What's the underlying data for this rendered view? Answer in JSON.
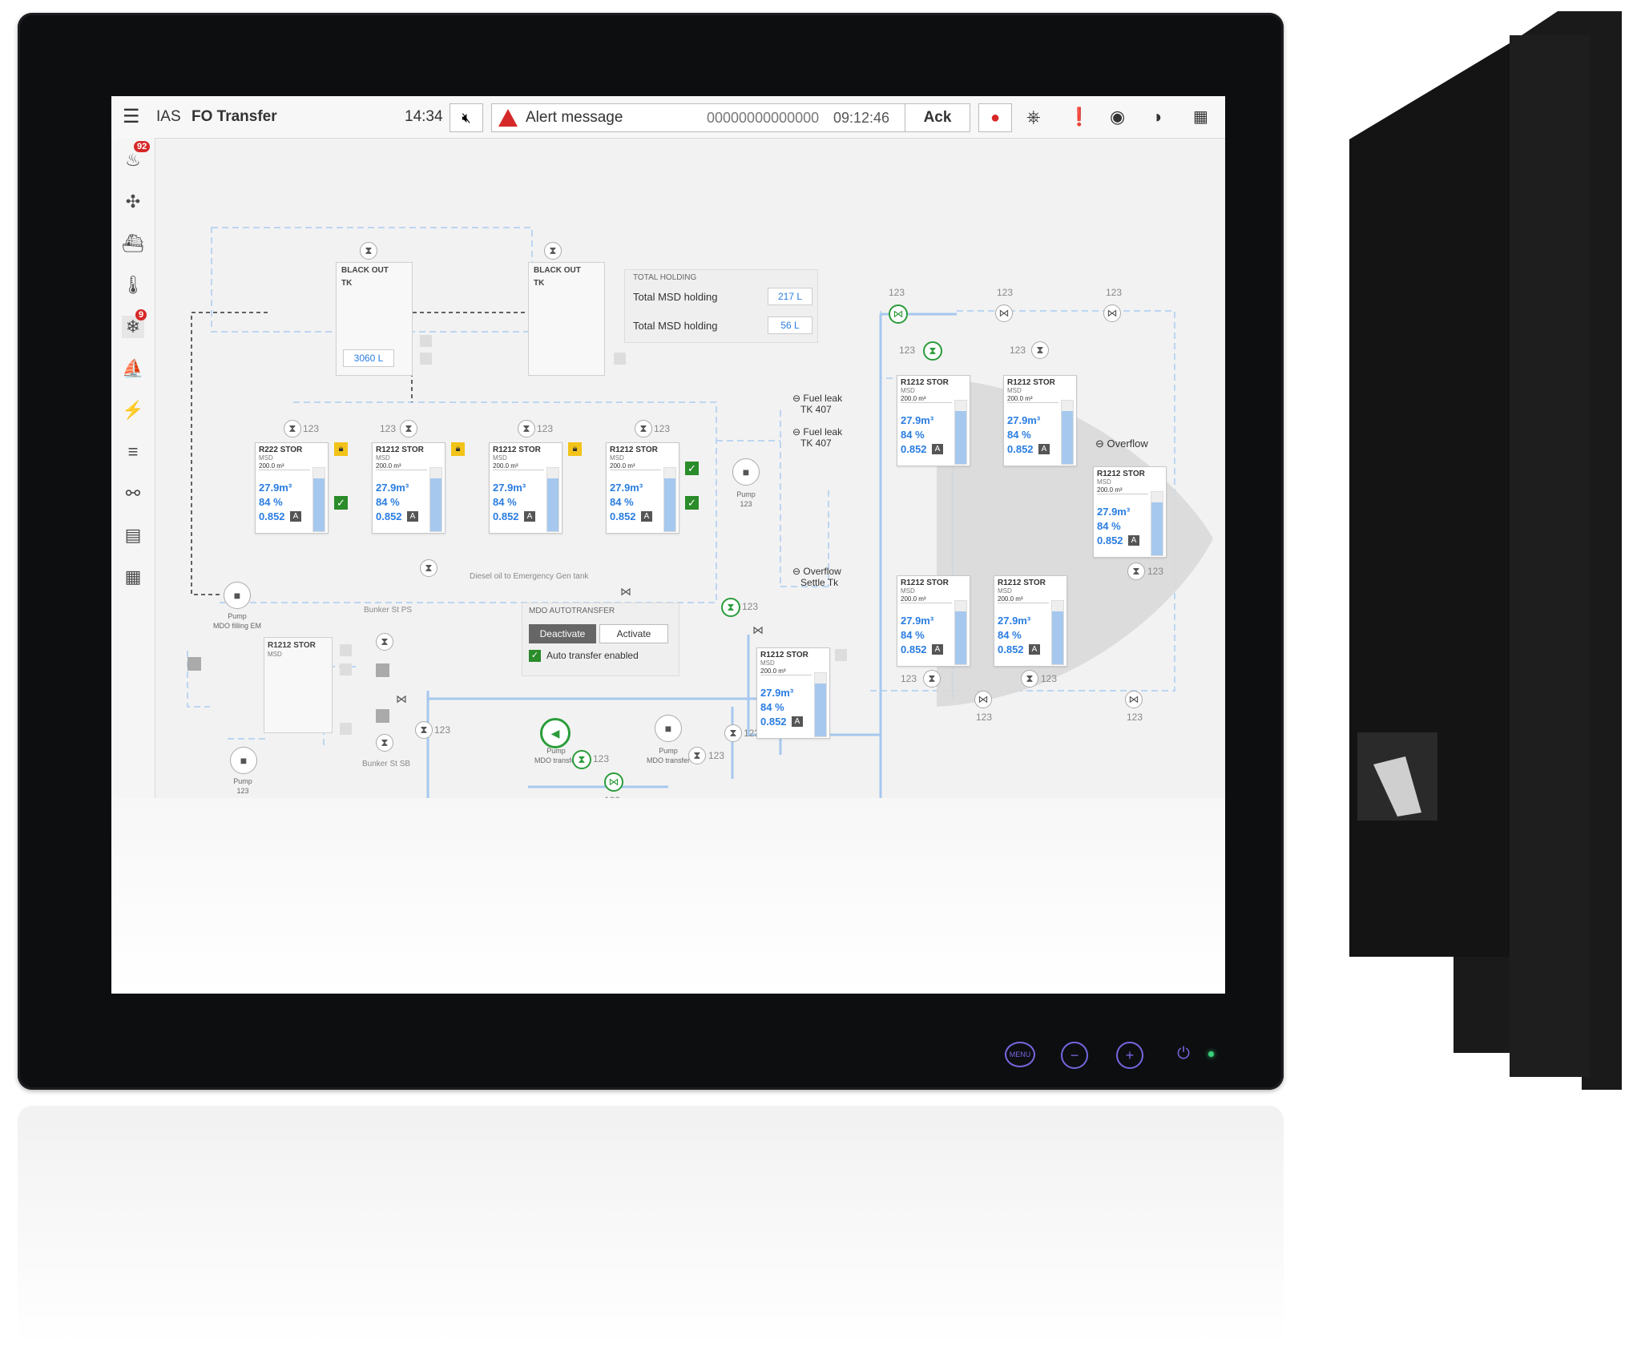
{
  "topbar": {
    "system": "IAS",
    "title": "FO Transfer",
    "clock": "14:34",
    "alert_message": "Alert message",
    "alert_id": "00000000000000",
    "alert_time": "09:12:46",
    "ack_label": "Ack"
  },
  "sidebar": {
    "fire_badge": "92",
    "hvac_badge": "9"
  },
  "holding": {
    "header": "TOTAL HOLDING",
    "rows": [
      {
        "label": "Total MSD holding",
        "value": "217 L"
      },
      {
        "label": "Total MSD holding",
        "value": "56 L"
      }
    ]
  },
  "blackout": {
    "name": "BLACK OUT",
    "sub": "TK",
    "value": "3060 L"
  },
  "tanks": [
    {
      "name": "R222 STOR",
      "sub": "MSD",
      "cap": "200.0 m³",
      "vol": "27.9m³",
      "pct": "84 %",
      "dens": "0.852",
      "mode": "A",
      "level_pct": 84
    },
    {
      "name": "R1212 STOR",
      "sub": "MSD",
      "cap": "200.0 m³",
      "vol": "27.9m³",
      "pct": "84 %",
      "dens": "0.852",
      "mode": "A",
      "level_pct": 84
    },
    {
      "name": "R1212 STOR",
      "sub": "MSD",
      "cap": "200.0 m³",
      "vol": "27.9m³",
      "pct": "84 %",
      "dens": "0.852",
      "mode": "A",
      "level_pct": 84
    },
    {
      "name": "R1212 STOR",
      "sub": "MSD",
      "cap": "200.0 m³",
      "vol": "27.9m³",
      "pct": "84 %",
      "dens": "0.852",
      "mode": "A",
      "level_pct": 84
    },
    {
      "name": "R1212 STOR",
      "sub": "MSD",
      "cap": "200.0 m³",
      "vol": "27.9m³",
      "pct": "84 %",
      "dens": "0.852",
      "mode": "A",
      "level_pct": 84
    },
    {
      "name": "R1212 STOR",
      "sub": "MSD",
      "cap": "200.0 m³",
      "vol": "27.9m³",
      "pct": "84 %",
      "dens": "0.852",
      "mode": "A",
      "level_pct": 84
    },
    {
      "name": "R1212 STOR",
      "sub": "MSD",
      "cap": "200.0 m³",
      "vol": "27.9m³",
      "pct": "84 %",
      "dens": "0.852",
      "mode": "A",
      "level_pct": 84
    },
    {
      "name": "R1212 STOR",
      "sub": "MSD",
      "cap": "200.0 m³",
      "vol": "27.9m³",
      "pct": "84 %",
      "dens": "0.852",
      "mode": "A",
      "level_pct": 84
    },
    {
      "name": "R1212 STOR",
      "sub": "MSD",
      "cap": "200.0 m³",
      "vol": "27.9m³",
      "pct": "84 %",
      "dens": "0.852",
      "mode": "A",
      "level_pct": 84
    },
    {
      "name": "R1212 STOR",
      "sub": "MSD",
      "cap": "200.0 m³",
      "vol": "27.9m³",
      "pct": "84 %",
      "dens": "0.852",
      "mode": "A",
      "level_pct": 84
    }
  ],
  "empty_tank": {
    "name": "R1212 STOR",
    "sub": "MSD"
  },
  "labels": {
    "num": "123",
    "fuel_leak": "Fuel leak",
    "tk407": "TK 407",
    "overflow": "Overflow",
    "overflow_settle_1": "Overflow",
    "overflow_settle_2": "Settle Tk",
    "diesel_line": "Diesel oil to Emergency Gen tank",
    "bunker_ps": "Bunker St PS",
    "bunker_sb": "Bunker St SB",
    "pump": "Pump",
    "mdo_filling": "MDO filling EM",
    "mdo_transfer": "MDO transfer"
  },
  "autotransfer": {
    "header": "MDO AUTOTRANSFER",
    "deactivate": "Deactivate",
    "activate": "Activate",
    "checkbox": "Auto transfer enabled"
  },
  "hw": {
    "menu": "MENU"
  },
  "colors": {
    "accent_blue": "#2a7de1",
    "pipe_blue": "#a6c8ee",
    "ok_green": "#2a8c2a",
    "alarm_red": "#d62828",
    "lock_yellow": "#f2c318",
    "bezel": "#0d0e10"
  }
}
